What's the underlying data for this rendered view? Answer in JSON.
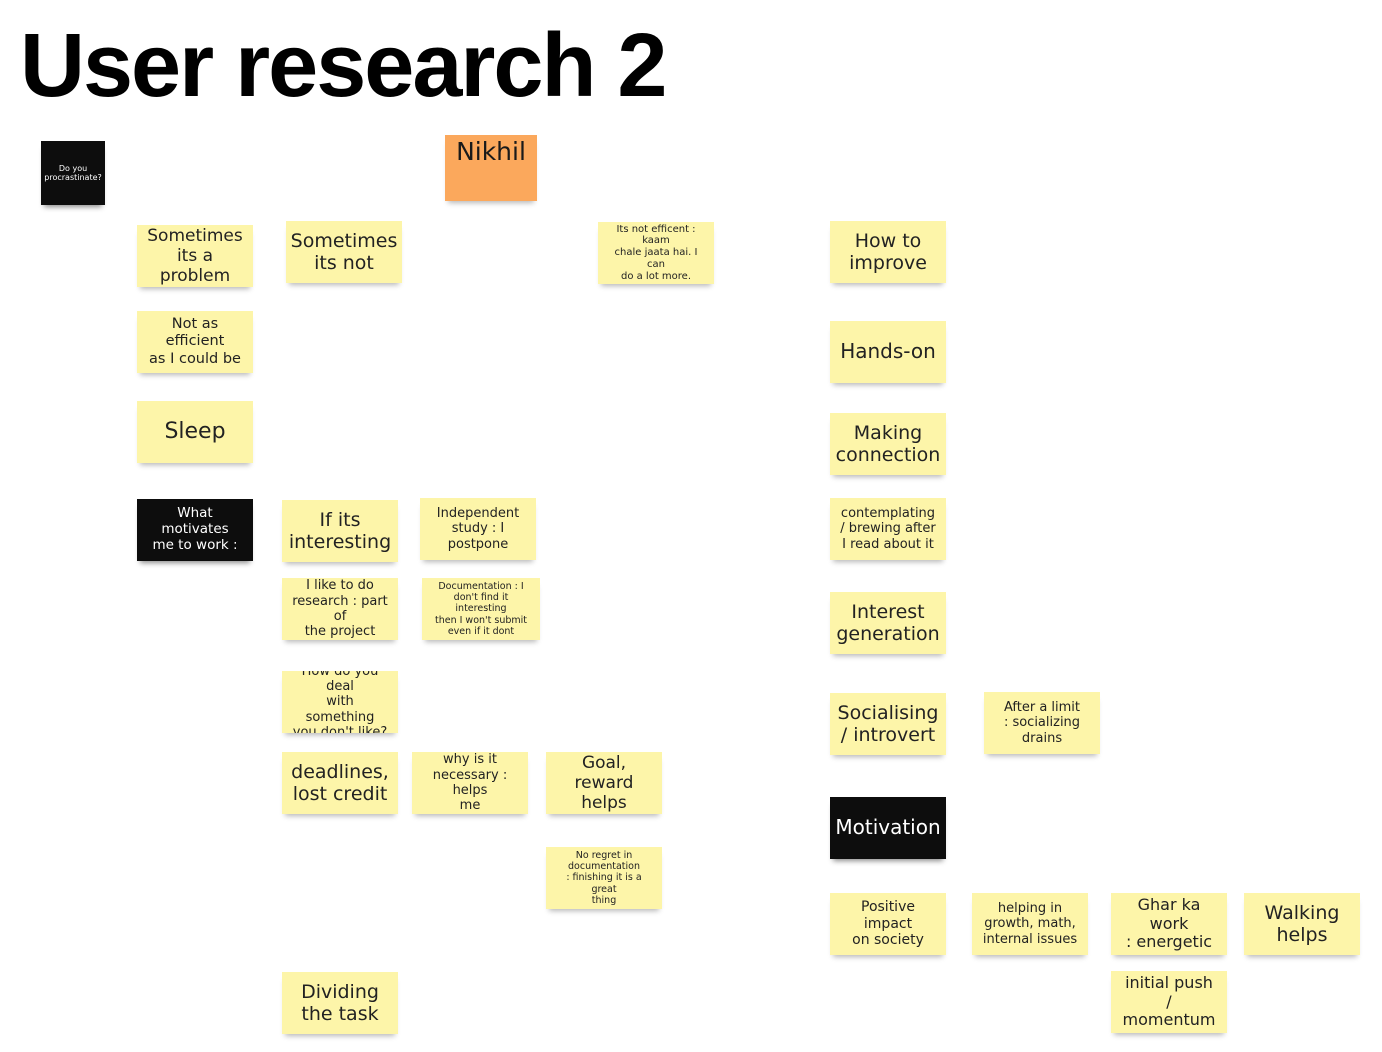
{
  "title": "User research 2",
  "notes": {
    "do_you_procrastinate": "Do you\nprocrastinate?",
    "nikhil": "Nikhil",
    "sometimes_problem": "Sometimes\nits a problem",
    "sometimes_not": "Sometimes\nits not",
    "not_efficient_kaam": "Its not efficent : kaam\nchale jaata hai. I can\ndo a lot more.",
    "how_to_improve": "How to\nimprove",
    "not_as_efficient": "Not as efficient\nas I could be",
    "hands_on": "Hands-on",
    "sleep": "Sleep",
    "making_connection": "Making\nconnection",
    "what_motivates": "What motivates\nme to work :",
    "if_interesting": "If its\ninteresting",
    "independent_study": "Independent\nstudy : I\npostpone",
    "contemplating": "contemplating\n/ brewing after\nI read about it",
    "like_research": "I like to do\nresearch : part of\nthe project",
    "documentation": "Documentation : I\ndon't find it interesting\nthen I won't submit\neven if it dont",
    "interest_generation": "Interest\ngeneration",
    "how_deal": "How do you deal\nwith something\nyou don't like?",
    "socialising": "Socialising\n/ introvert",
    "after_limit": "After a limit\n: socializing\ndrains",
    "deadlines": "deadlines,\nlost credit",
    "why_necessary": "why is it\nnecessary : helps\nme",
    "goal_reward": "Goal, reward\nhelps",
    "motivation": "Motivation",
    "no_regret": "No regret in\ndocumentation\n: finishing it is a great\nthing",
    "positive_impact": "Positive impact\non society",
    "helping_growth": "helping in\ngrowth, math,\ninternal issues",
    "ghar_ka_work": "Ghar ka work\n: energetic",
    "walking_helps": "Walking\nhelps",
    "dividing_task": "Dividing\nthe task",
    "initial_push": "initial push\n/ momentum"
  }
}
